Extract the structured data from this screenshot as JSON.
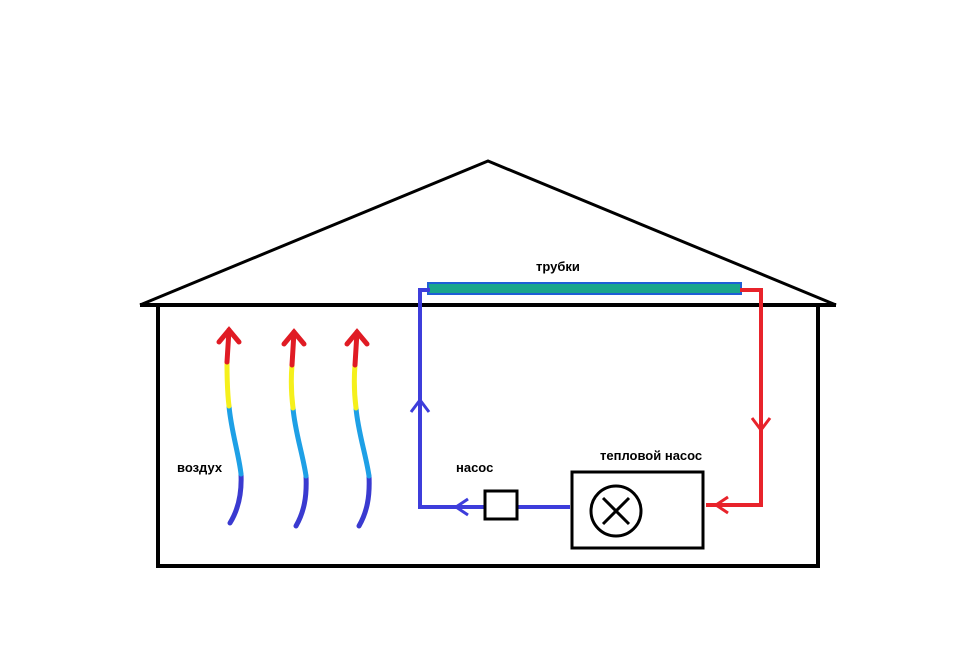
{
  "labels": {
    "pipes": "трубки",
    "air": "воздух",
    "pump": "насос",
    "heat_pump": "тепловой насос"
  },
  "colors": {
    "outline": "#000000",
    "roof_pipe_fill": "#1aa68c",
    "roof_pipe_edge": "#1f5fd6",
    "cold_line": "#3d3ddb",
    "hot_line": "#e8232b",
    "air_red": "#e01b24",
    "air_yellow": "#f5f01c",
    "air_cyan": "#1ea0e6",
    "air_blue": "#3a3ad0"
  },
  "icons": {
    "heat_pump_symbol": "circle-x-icon",
    "pump_symbol": "square-icon"
  }
}
